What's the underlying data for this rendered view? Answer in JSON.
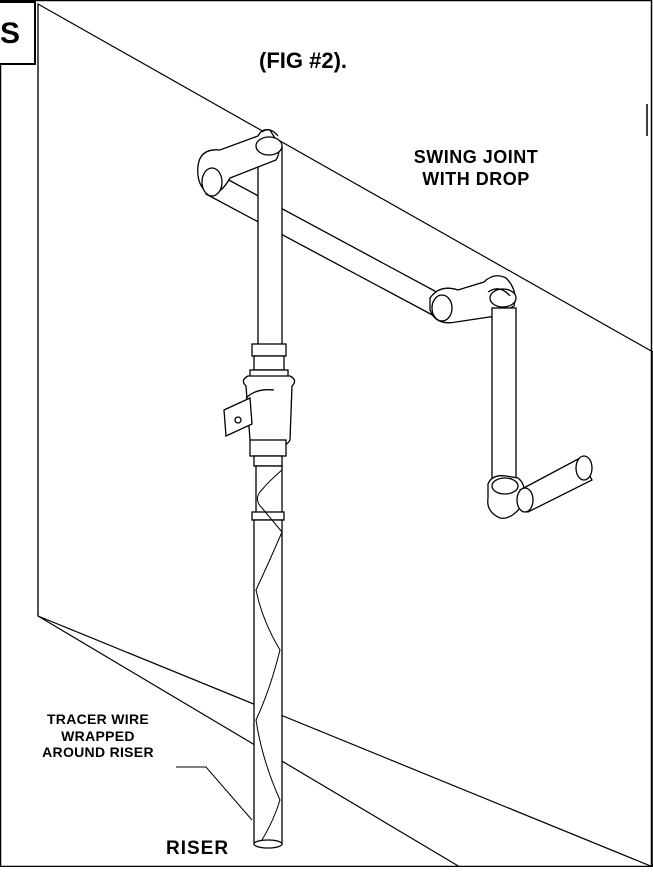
{
  "figure": {
    "title": "(FIG #2).",
    "corner_tab": "S",
    "callouts": {
      "swing_joint": [
        "SWING JOINT",
        "WITH DROP"
      ],
      "tracer_wire": [
        "TRACER WIRE",
        "WRAPPED",
        "AROUND RISER"
      ],
      "riser": "RISER"
    }
  }
}
